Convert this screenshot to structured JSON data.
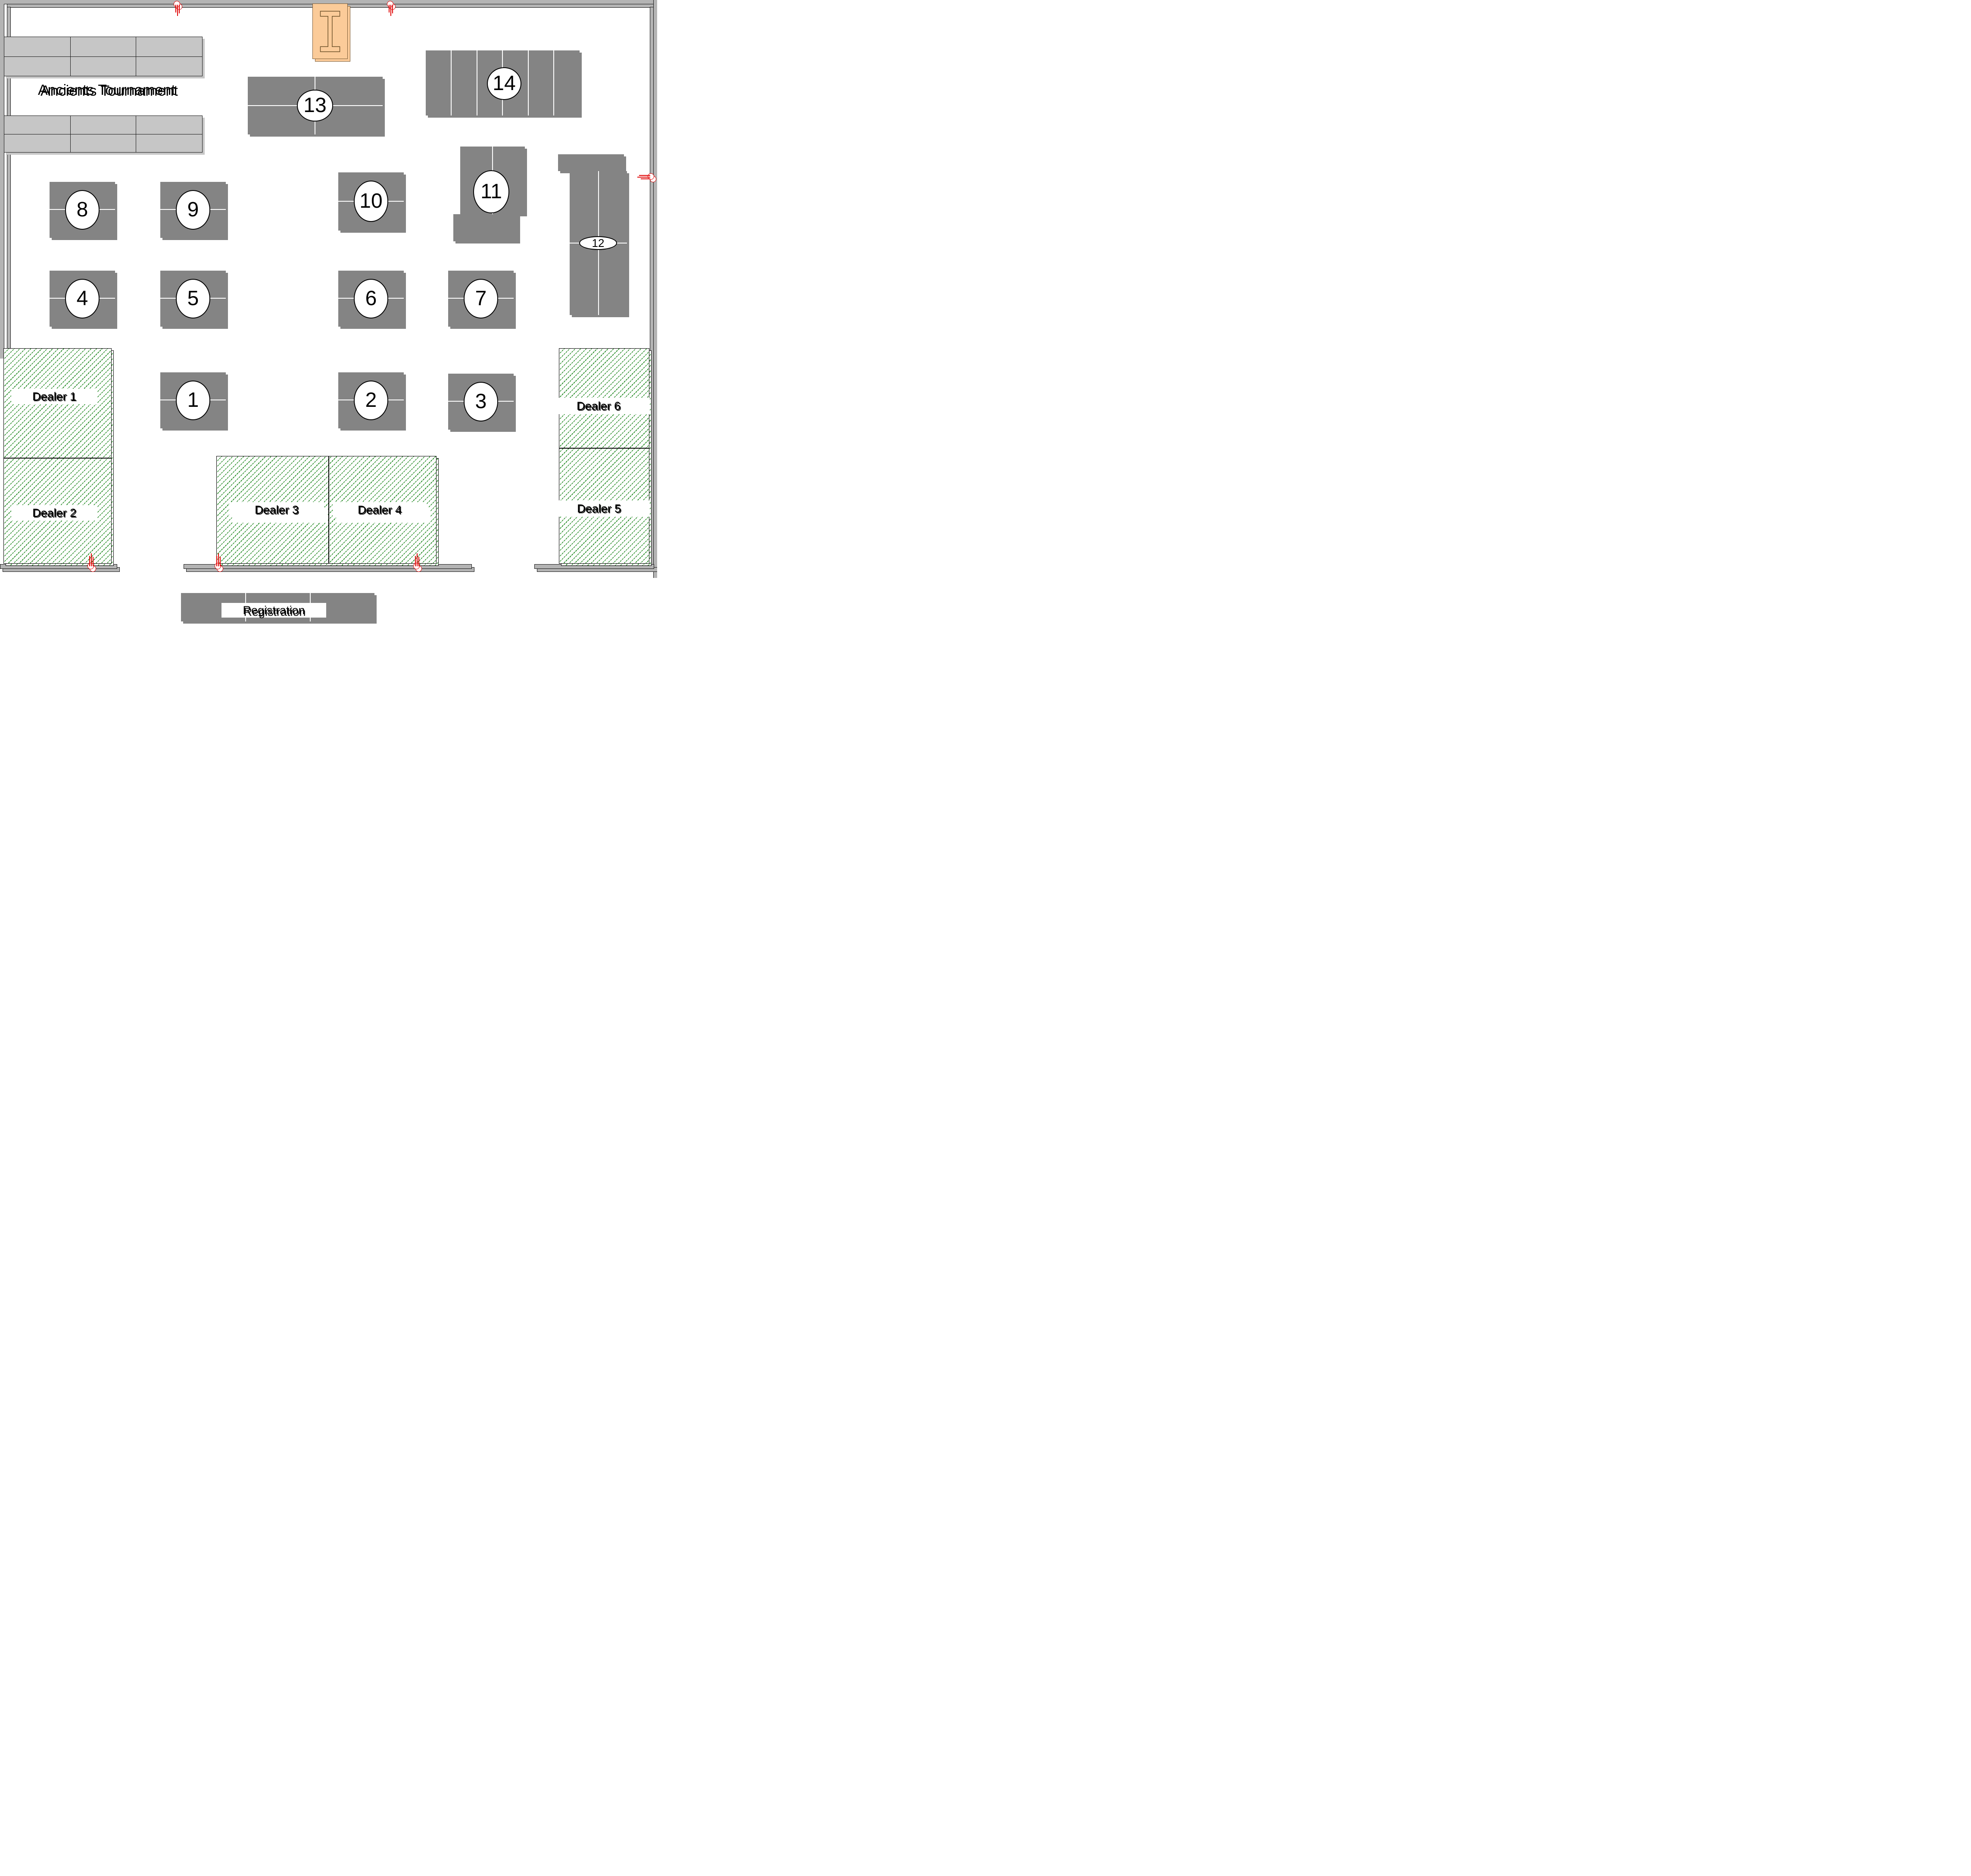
{
  "title": "Ancients Tournament",
  "registration": {
    "label": "Registration"
  },
  "tables": [
    {
      "number": "1"
    },
    {
      "number": "2"
    },
    {
      "number": "3"
    },
    {
      "number": "4"
    },
    {
      "number": "5"
    },
    {
      "number": "6"
    },
    {
      "number": "7"
    },
    {
      "number": "8"
    },
    {
      "number": "9"
    },
    {
      "number": "10"
    },
    {
      "number": "11"
    },
    {
      "number": "12"
    },
    {
      "number": "13"
    },
    {
      "number": "14"
    }
  ],
  "dealers": [
    {
      "name": "Dealer 1"
    },
    {
      "name": "Dealer 2"
    },
    {
      "name": "Dealer 3"
    },
    {
      "name": "Dealer 4"
    },
    {
      "name": "Dealer 5"
    },
    {
      "name": "Dealer 6"
    }
  ],
  "colors": {
    "wall_gray": "#b4b4b4",
    "table_gray": "#848484",
    "bank_gray": "#c6c6c6",
    "hatch_green": "#158315",
    "column_orange": "#fbcb99",
    "marker_red": "#e00000"
  }
}
